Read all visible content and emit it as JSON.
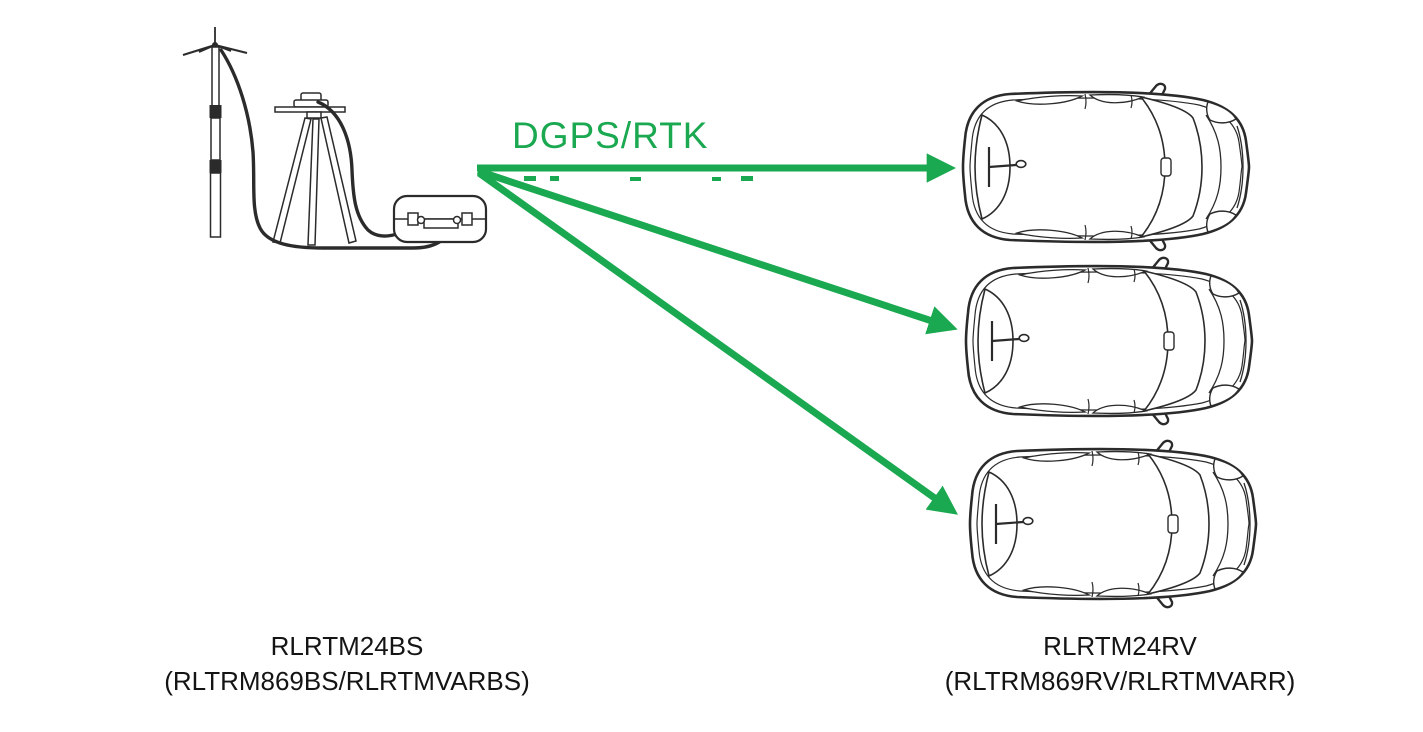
{
  "diagram": {
    "link_label": "DGPS/RTK",
    "accent_color": "#1aa850",
    "line_art_color": "#2b2b2b",
    "arrow_count": 3,
    "base_station": {
      "model": "RLRTM24BS",
      "variants": "(RLTRM869BS/RLRTMVARBS)",
      "components": [
        "radio-antenna-mast",
        "gnss-antenna-on-tripod",
        "base-station-case"
      ]
    },
    "rovers": {
      "model": "RLRTM24RV",
      "variants": "(RLTRM869RV/RLRTMVARR)",
      "vehicle_count": 3
    }
  }
}
